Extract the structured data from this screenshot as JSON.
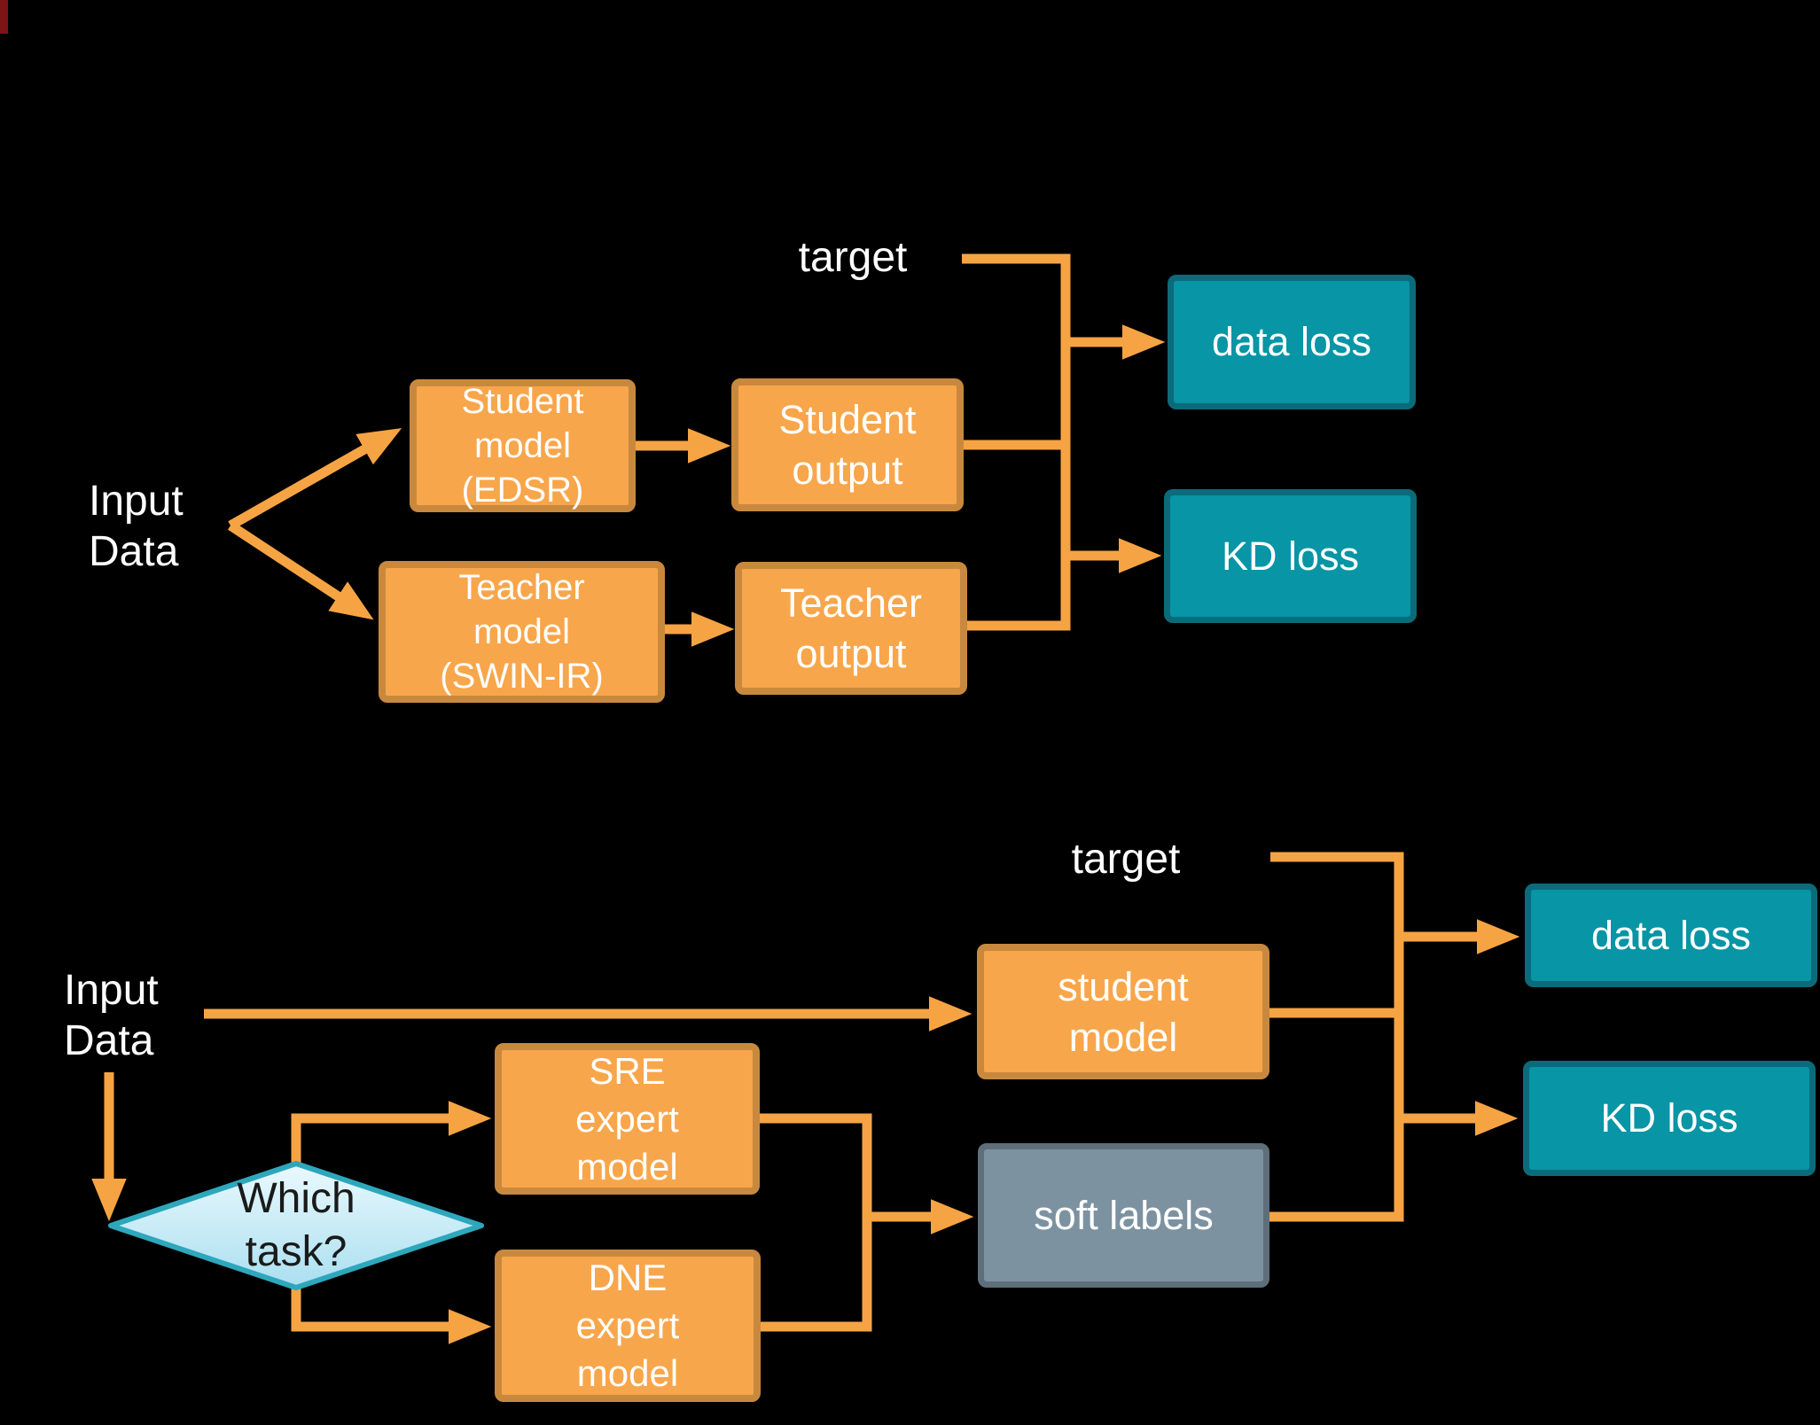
{
  "colors": {
    "background": "#000000",
    "model_box_fill": "#F8A64B",
    "model_box_border": "#C8893E",
    "arrow": "#F6A443",
    "loss_box_fill": "#0895A5",
    "loss_box_border": "#0B6B7B",
    "soft_labels_fill": "#7C92A1",
    "soft_labels_border": "#5E6F7A",
    "decision_fill_top": "#EAF9FE",
    "decision_fill_bottom": "#AADFF0",
    "decision_border": "#2EA7BC",
    "text_light": "#FFFFFF",
    "text_dark": "#1A1A1A"
  },
  "top_diagram": {
    "input_label": "Input\nData",
    "target_label": "target",
    "nodes": {
      "student_model": "Student\nmodel\n(EDSR)",
      "teacher_model": "Teacher\nmodel\n(SWIN-IR)",
      "student_output": "Student\noutput",
      "teacher_output": "Teacher\noutput",
      "data_loss": "data loss",
      "kd_loss": "KD loss"
    }
  },
  "bottom_diagram": {
    "input_label": "Input\nData",
    "target_label": "target",
    "nodes": {
      "student_model": "student\nmodel",
      "sre_expert": "SRE\nexpert\nmodel",
      "dne_expert": "DNE\nexpert\nmodel",
      "decision": "Which\ntask?",
      "soft_labels": "soft labels",
      "data_loss": "data loss",
      "kd_loss": "KD loss"
    }
  }
}
